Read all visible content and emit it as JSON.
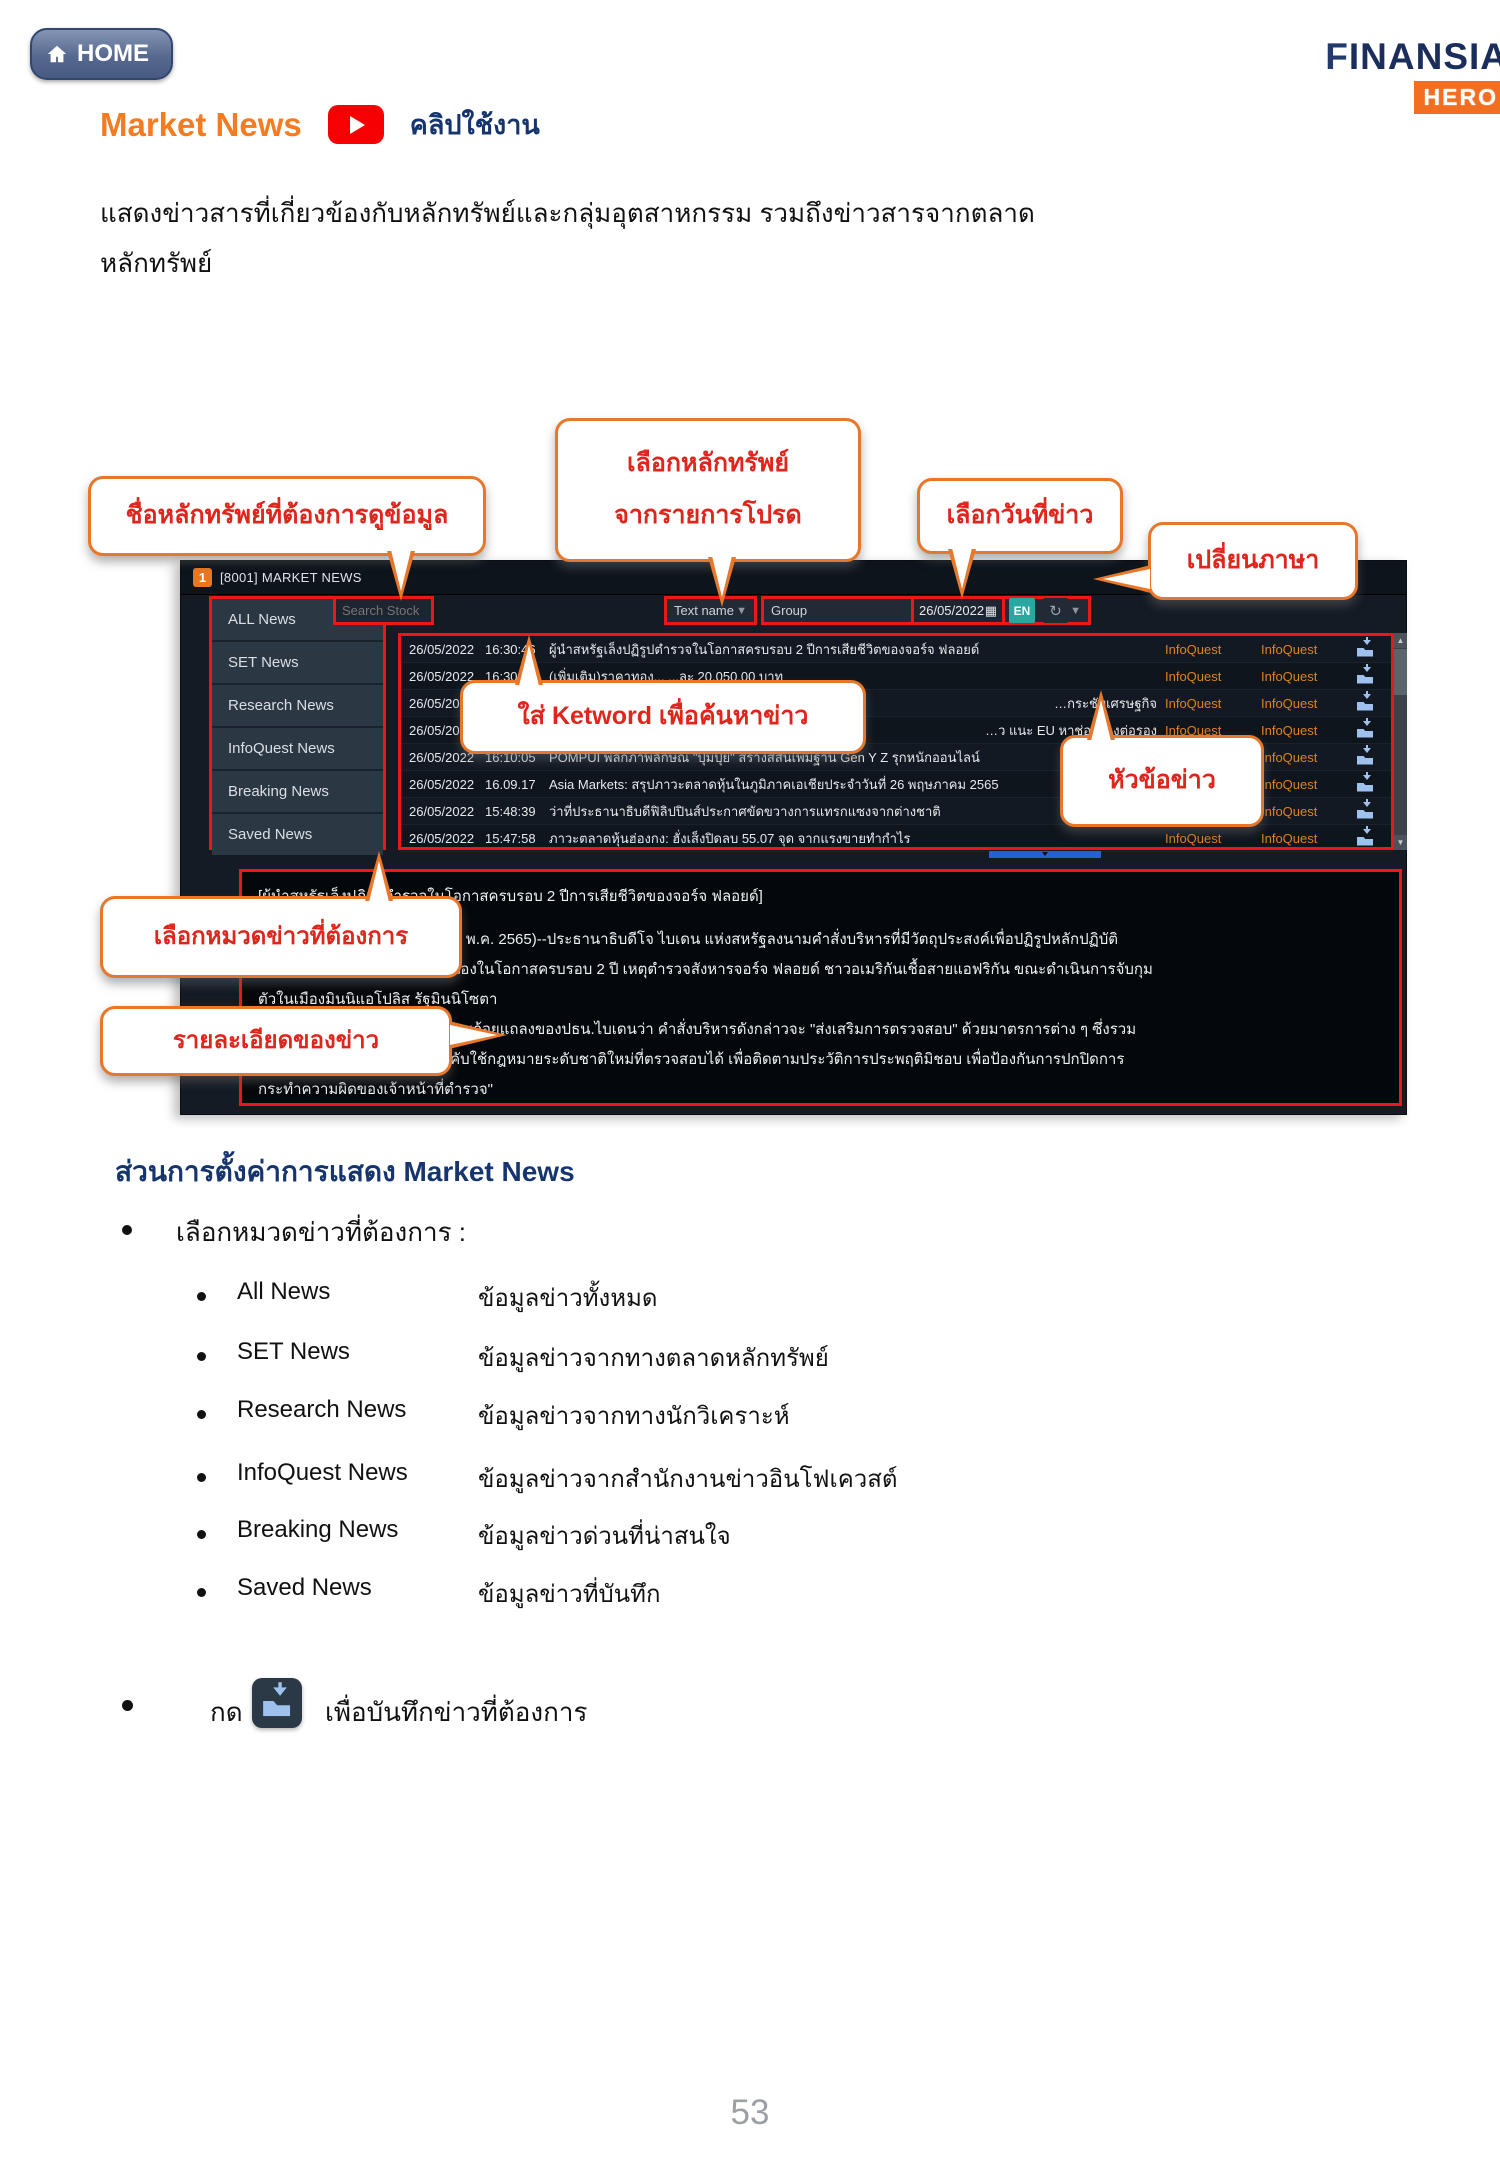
{
  "header": {
    "home_label": "HOME",
    "brand_line1": "FINANSIA",
    "brand_line2": "HERO"
  },
  "title": {
    "text": "Market News",
    "clip_label": "คลิปใช้งาน"
  },
  "intro": {
    "line1": "แสดงข่าวสารที่เกี่ยวข้องกับหลักทรัพย์และกลุ่มอุตสาหกรรม รวมถึงข่าวสารจากตลาด",
    "line2": "หลักทรัพย์"
  },
  "callouts": {
    "stock_name": "ชื่อหลักทรัพย์ที่ต้องการดูข้อมูล",
    "favorite_line1": "เลือกหลักทรัพย์",
    "favorite_line2": "จากรายการโปรด",
    "news_date": "เลือกวันที่ข่าว",
    "change_language": "เปลี่ยนภาษา",
    "keyword": "ใส่ Ketword เพื่อค้นหาข่าว",
    "headline": "หัวข้อข่าว",
    "category": "เลือกหมวดข่าวที่ต้องการ",
    "detail": "รายละเอียดของข่าว"
  },
  "window": {
    "badge": "1",
    "title": "[8001] MARKET NEWS",
    "sidebar": [
      "ALL News",
      "SET News",
      "Research News",
      "InfoQuest News",
      "Breaking News",
      "Saved News"
    ],
    "toolbar": {
      "search_placeholder": "Search Stock",
      "text_name": "Text name",
      "group": "Group",
      "date": "26/05/2022",
      "lang": "EN"
    },
    "rows": [
      {
        "date": "26/05/2022",
        "time": "16:30:46",
        "headline": "ผู้นำสหรัฐเล็งปฏิรูปตำรวจในโอกาสครบรอบ 2 ปีการเสียชีวิตของจอร์จ ฟลอยด์",
        "source1": "InfoQuest",
        "source2": "InfoQuest"
      },
      {
        "date": "26/05/2022",
        "time": "16:30:27",
        "headline": "(เพิ่มเติม)ราคาทอง... ...ละ 20,050.00 บาท",
        "source1": "InfoQuest",
        "source2": "InfoQuest"
      },
      {
        "date": "26/05/2022",
        "time": "",
        "headline": "…กระชับเศรษฐกิจ",
        "source1": "InfoQuest",
        "source2": "InfoQuest"
      },
      {
        "date": "26/05/2022",
        "time": "",
        "headline": "…ว แนะ EU หาช่องทางต่อรอง",
        "source1": "InfoQuest",
        "source2": "InfoQuest"
      },
      {
        "date": "26/05/2022",
        "time": "16:10:05",
        "headline": "POMPUI พลิกภาพลักษณ์ \"ปุ้มปุ้ย\" สร้างสีสันเพิ่มฐาน Gen Y Z รุกหนักออนไลน์",
        "source1": "InfoQuest",
        "source2": "InfoQuest"
      },
      {
        "date": "26/05/2022",
        "time": "16.09.17",
        "headline": "Asia Markets: สรุปภาวะตลาดหุ้นในภูมิภาคเอเชียประจำวันที่ 26 พฤษภาคม 2565",
        "source1": "InfoQuest",
        "source2": "InfoQuest"
      },
      {
        "date": "26/05/2022",
        "time": "15:48:39",
        "headline": "ว่าที่ประธานาธิบดีฟิลิปปินส์ประกาศขัดขวางการแทรกแซงจากต่างชาติ",
        "source1": "InfoQuest",
        "source2": "InfoQuest"
      },
      {
        "date": "26/05/2022",
        "time": "15:47:58",
        "headline": "ภาวะตลาดหุ้นฮ่องกง: ฮั่งเส็งปิดลบ 55.07 จุด จากแรงขายทำกำไร",
        "source1": "InfoQuest",
        "source2": "InfoQuest"
      }
    ],
    "detail_lines": [
      "[ผู้นำสหรัฐเล็งปฏิรูปตำรวจในโอกาสครบรอบ 2 ปีการเสียชีวิตของจอร์จ ฟลอยด์]",
      "        สำนักข่าวอินโฟเควสท์ (26 พ.ค. 2565)--ประธานาธิบดีโจ ไบเดน แห่งสหรัฐลงนามคำสั่งบริหารที่มีวัตถุประสงค์เพื่อปฏิรูปหลักปฏิบัติ",
      "ของตำรวจระดับรัฐบาลกลาง เนื่องในโอกาสครบรอบ 2 ปี เหตุตำรวจสังหารจอร์จ ฟลอยด์ ชาวอเมริกันเชื้อสายแอฟริกัน ขณะดำเนินการจับกุม",
      "ตัวในเมืองมินนิแอโปลิส รัฐมินนิโซตา",
      "        ทั้งนี้ สำนักข่าวซินหัวเปิดเผยถ้อยแถลงของปธน.ไบเดนว่า คำสั่งบริหารดังกล่าวจะ \"ส่งเสริมการตรวจสอบ\" ด้วยมาตรการต่าง ๆ ซึ่งรวม",
      "ถึงการสร้าง \"ฐานข้อมูลการบังคับใช้กฎหมายระดับชาติใหม่ที่ตรวจสอบได้ เพื่อติดตามประวัติการประพฤติมิชอบ เพื่อป้องกันการปกปิดการ",
      "กระทำความผิดของเจ้าหน้าที่ตำรวจ\""
    ]
  },
  "settings": {
    "heading": "ส่วนการตั้งค่าการแสดง Market News",
    "bullet1": "เลือกหมวดข่าวที่ต้องการ :",
    "categories": [
      {
        "name": "All News",
        "desc": "ข้อมูลข่าวทั้งหมด"
      },
      {
        "name": "SET News",
        "desc": "ข้อมูลข่าวจากทางตลาดหลักทรัพย์"
      },
      {
        "name": "Research News",
        "desc": "ข้อมูลข่าวจากทางนักวิเคราะห์"
      },
      {
        "name": "InfoQuest News",
        "desc": "ข้อมูลข่าวจากสำนักงานข่าวอินโฟเควสต์"
      },
      {
        "name": "Breaking News",
        "desc": "ข้อมูลข่าวด่วนที่น่าสนใจ"
      },
      {
        "name": "Saved News",
        "desc": "ข้อมูลข่าวที่บันทึก"
      }
    ],
    "save_pre": "กด",
    "save_post": "เพื่อบันทึกข่าวที่ต้องการ"
  },
  "colors": {
    "accent_orange": "#f47b20",
    "annotation_red": "#ed1717",
    "navy": "#16356e",
    "teal": "#2aa7a0"
  },
  "footer": {
    "page": "53"
  }
}
